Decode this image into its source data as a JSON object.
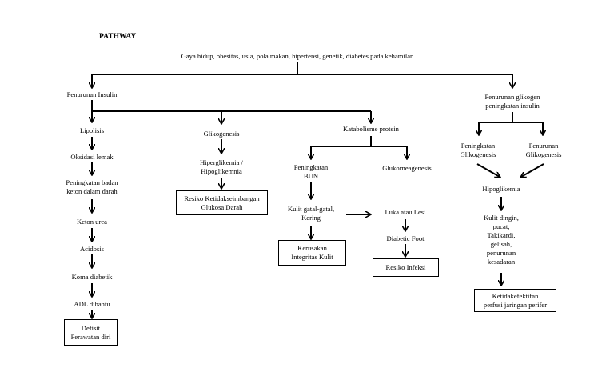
{
  "title": "PATHWAY",
  "nodes": {
    "root": "Gaya hidup, obesitas, usia, pola makan, hipertensi, genetik, diabetes pada kehamilan",
    "penurunan_insulin": "Penurunan Insulin",
    "penurunan_glikogen": "Penurunan glikogen\npeningkatan insulin",
    "lipolisis": "Lipolisis",
    "oksidasi": "Oksidasi lemak",
    "keton_darah": "Peningkatan badan\nketon dalam darah",
    "keton_urea": "Keton urea",
    "acidosis": "Acidosis",
    "koma": "Koma diabetik",
    "adl": "ADL dibantu",
    "defisit": "Defisit\nPerawatan diri",
    "glikogenesis": "Glikogenesis",
    "hiperglikemia": "Hiperglikemia /\nHipoglikemnia",
    "resiko_glukosa": "Resiko Ketidakseimbangan\nGlukosa Darah",
    "katabolisme": "Katabolisme protein",
    "bun": "Peningkatan\nBUN",
    "glukoneogenesis": "Glukorneagenesis",
    "kulit_gatal": "Kulit gatal-gatal,\nKering",
    "kerusakan": "Kerusakan\nIntegritas Kulit",
    "luka": "Luka atau Lesi",
    "diabetic_foot": "Diabetic Foot",
    "resiko_infeksi": "Resiko Infeksi",
    "peningkatan_glikogenesis": "Peningkatan\nGlikogenesis",
    "penurunan_glikogenesis": "Penurunan\nGlikogenesis",
    "hipoglikemia": "Hipoglikemia",
    "gejala": "Kulit dingin,\npucat,\nTakikardi,\ngelisah,\npenurunan\nkesadaran",
    "ketidakefektifan": "Ketidakefektifan\nperfusi jaringan perifer"
  }
}
